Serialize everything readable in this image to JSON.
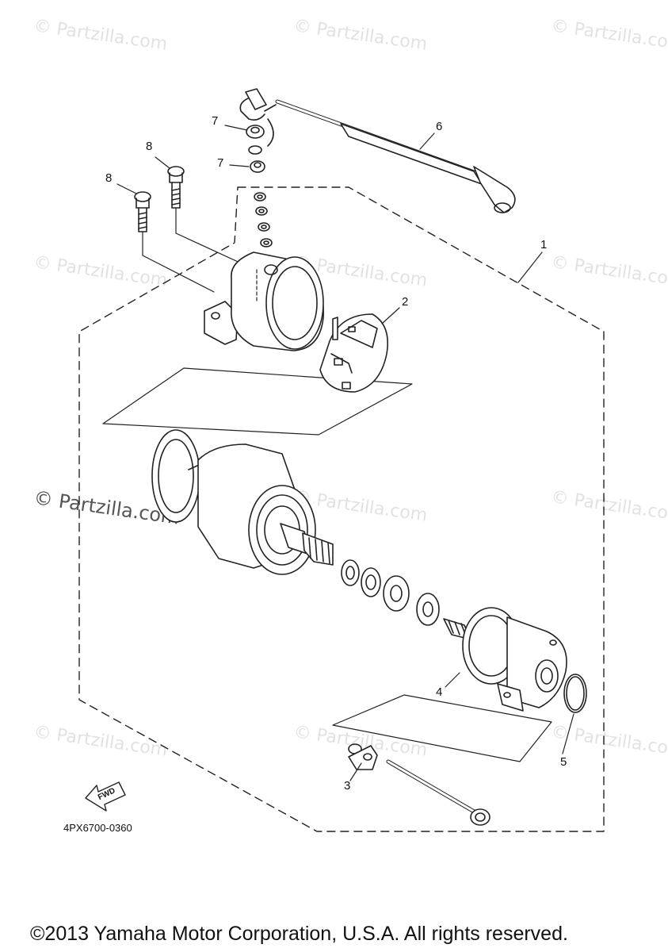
{
  "watermark": "© Partzilla.com",
  "callouts": {
    "c1": "1",
    "c2": "2",
    "c3": "3",
    "c4": "4",
    "c5": "5",
    "c6": "6",
    "c7a": "7",
    "c7b": "7",
    "c8a": "8",
    "c8b": "8"
  },
  "fwd_label": "FWD",
  "diagram_code": "4PX6700-0360",
  "copyright": "©2013 Yamaha Motor Corporation, U.S.A. All rights reserved."
}
